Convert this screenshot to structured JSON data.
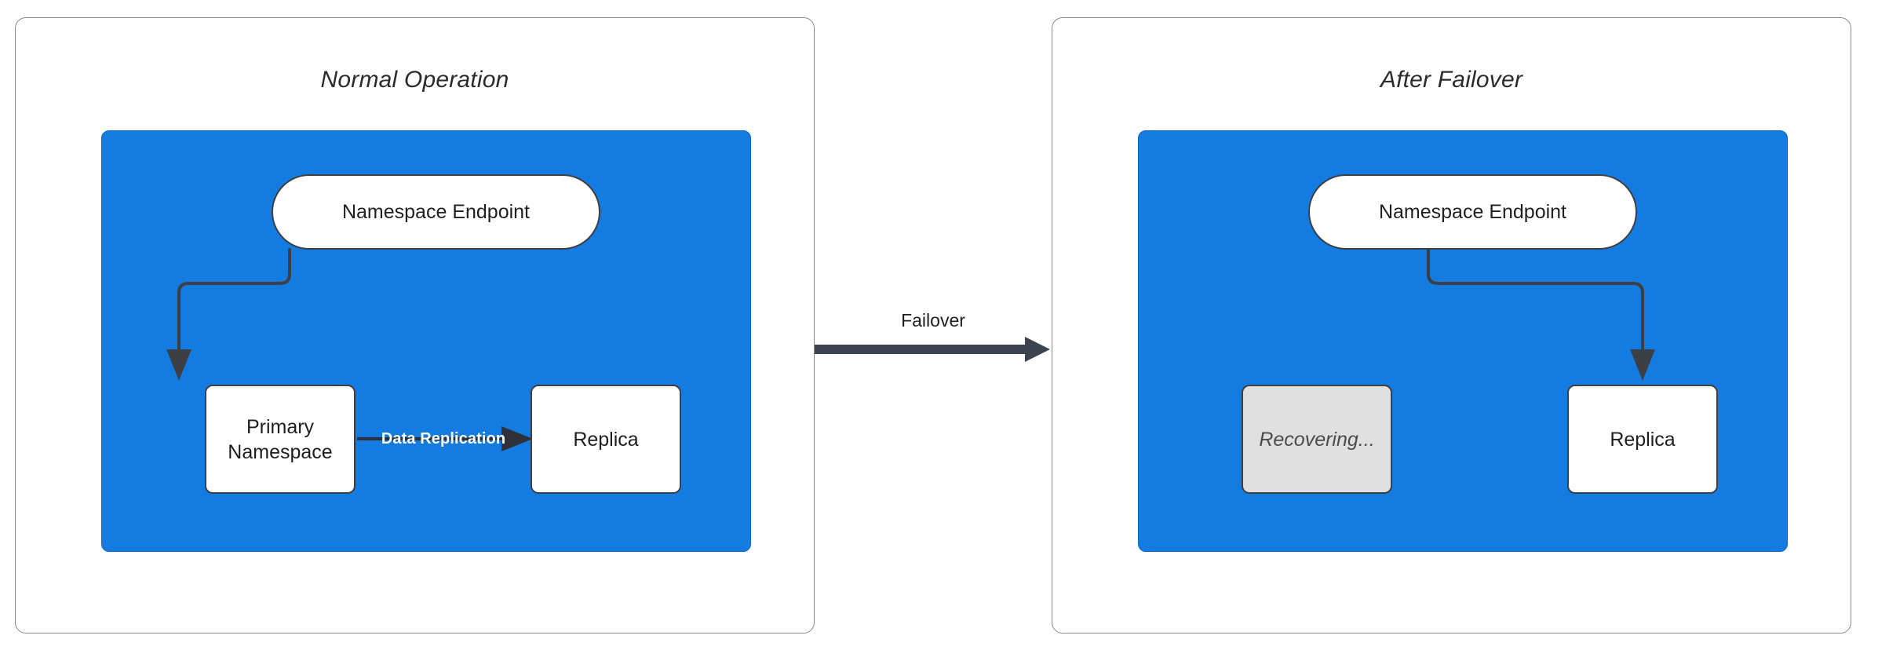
{
  "diagram": {
    "title": "Namespace failover: normal operation vs after failover",
    "colors": {
      "cluster_blue": "#147be0",
      "node_white": "#ffffff",
      "node_disabled_gray": "#e0e0e0",
      "stroke_dark": "#3c3f44",
      "panel_border": "#8a8a8a",
      "edge_label_white": "#ffffff",
      "text_dark": "#1f1f1f"
    }
  },
  "panels": [
    {
      "id": "normal-operation",
      "title": "Normal Operation",
      "nodes": [
        {
          "id": "endpoint",
          "label": "Namespace Endpoint",
          "shape": "stadium",
          "state": "active"
        },
        {
          "id": "primary",
          "label": "Primary\nNamespace",
          "shape": "rect",
          "state": "active"
        },
        {
          "id": "replica",
          "label": "Replica",
          "shape": "rect",
          "state": "active"
        }
      ],
      "edges": [
        {
          "from": "endpoint",
          "to": "primary",
          "label": ""
        },
        {
          "from": "primary",
          "to": "replica",
          "label": "Data Replication"
        }
      ]
    },
    {
      "id": "after-failover",
      "title": "After Failover",
      "nodes": [
        {
          "id": "endpoint",
          "label": "Namespace Endpoint",
          "shape": "stadium",
          "state": "active"
        },
        {
          "id": "recovering",
          "label": "Recovering...",
          "shape": "rect",
          "state": "disabled"
        },
        {
          "id": "replica",
          "label": "Replica",
          "shape": "rect",
          "state": "active"
        }
      ],
      "edges": [
        {
          "from": "endpoint",
          "to": "replica",
          "label": ""
        }
      ]
    }
  ],
  "transition": {
    "label": "Failover",
    "direction": "left-to-right"
  },
  "labels": {
    "panel_left_title": "Normal Operation",
    "panel_right_title": "After Failover",
    "endpoint_left": "Namespace Endpoint",
    "endpoint_right": "Namespace Endpoint",
    "primary_line1": "Primary",
    "primary_line2": "Namespace",
    "replica_left": "Replica",
    "replica_right": "Replica",
    "recovering": "Recovering...",
    "data_replication": "Data Replication",
    "failover": "Failover"
  }
}
